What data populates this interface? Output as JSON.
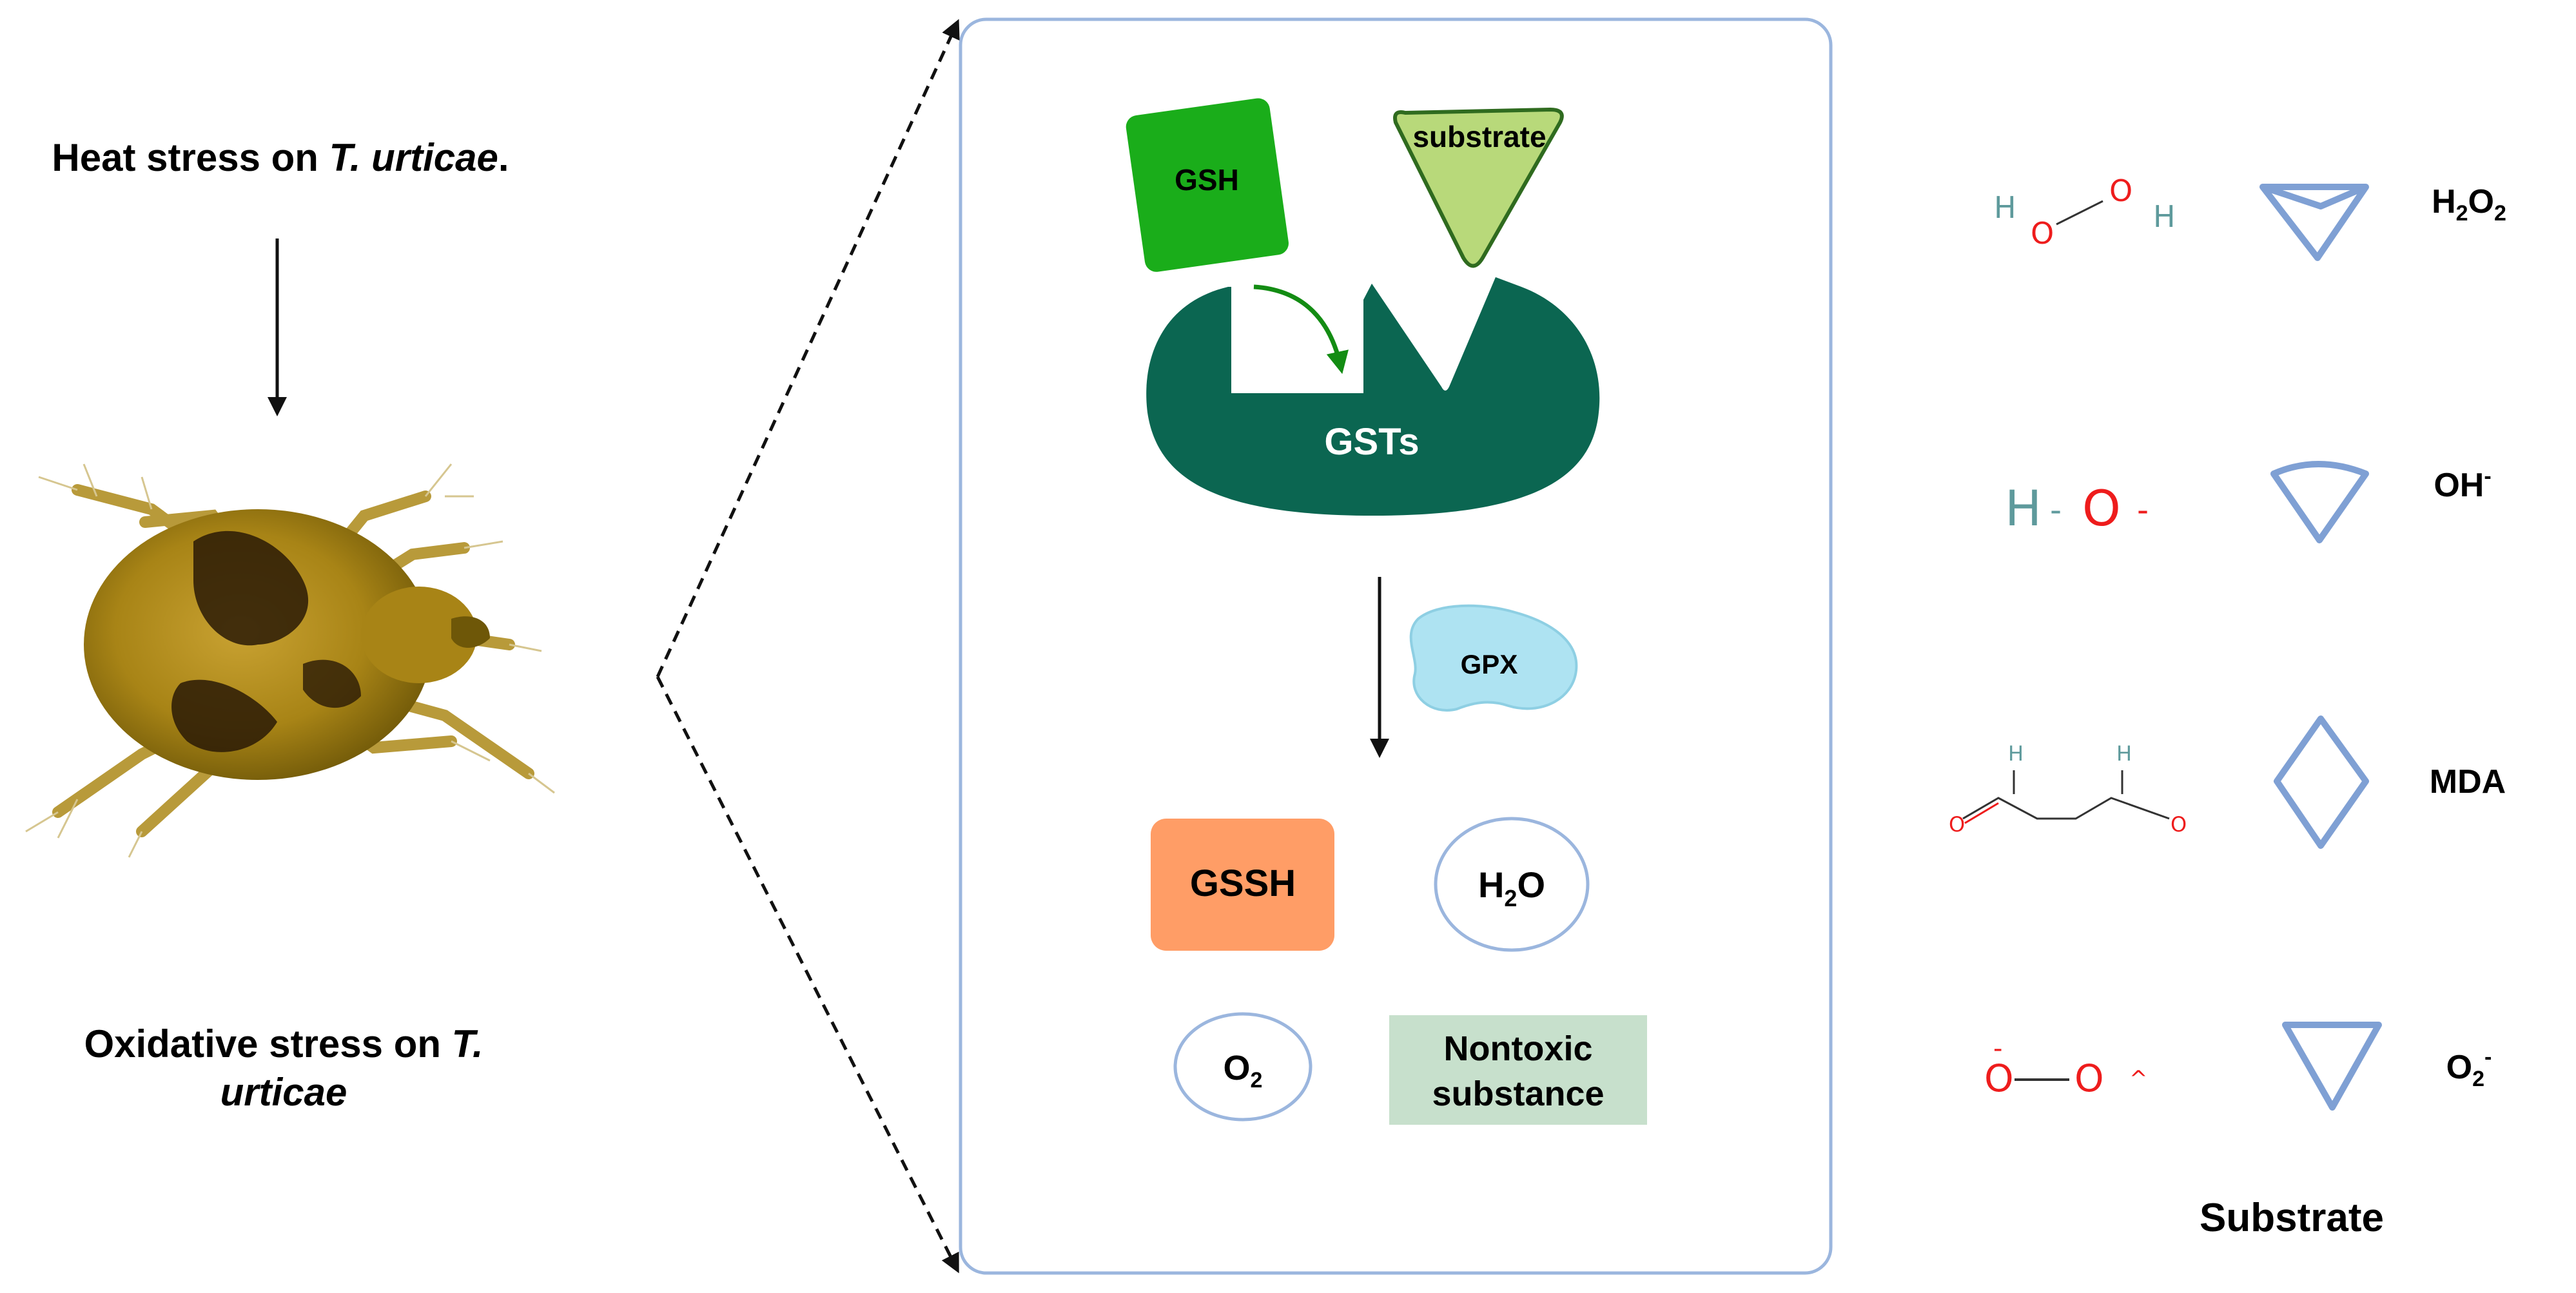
{
  "left_panel": {
    "top_caption": {
      "text": "Heat stress on ",
      "italic": "T. urticae",
      "end": "."
    },
    "bottom_caption": {
      "line1": "Oxidative stress on ",
      "line1_italic": "T.",
      "line2_italic": "urticae"
    }
  },
  "center_panel": {
    "gsh_label": "GSH",
    "substrate_label": "substrate",
    "enzyme_label": "GSTs",
    "gpx_label": "GPX",
    "products": {
      "gssh": "GSSH",
      "water": {
        "main": "H",
        "sub": "2",
        "end": "O"
      },
      "oxygen": {
        "main": "O",
        "sub": "2"
      },
      "nontoxic": {
        "line1": "Nontoxic",
        "line2": "substance"
      }
    }
  },
  "right_panel": {
    "rows": [
      {
        "name": "h2o2",
        "structure_atoms": [
          "H",
          "O",
          "O",
          "H"
        ],
        "label_main": "H",
        "label_sub1": "2",
        "label_mid": "O",
        "label_sub2": "2"
      },
      {
        "name": "hydroxyl",
        "structure_atoms": [
          "H",
          "-",
          "O",
          "-"
        ],
        "label_main": "OH",
        "label_sup": "-"
      },
      {
        "name": "mda",
        "structure_atoms": [
          "H",
          "H",
          "O",
          "O"
        ],
        "label_main": "MDA"
      },
      {
        "name": "superoxide",
        "structure_atoms": [
          "-",
          "O",
          "O",
          "^"
        ],
        "label_main": "O",
        "label_sub": "2",
        "label_sup": "-"
      }
    ],
    "footer": "Substrate"
  },
  "colors": {
    "gsh_green": "#1aad1a",
    "substrate_green": "#b8d97a",
    "enzyme_green": "#0b6651",
    "gpx_blue": "#aee3f2",
    "gssh_orange": "#ff9d66",
    "nontoxic_green": "#c7e0cc",
    "outline_blue": "#7fa0d4",
    "oxygen_red": "#ee1c1c",
    "hydrogen_teal": "#5e9a9c"
  }
}
